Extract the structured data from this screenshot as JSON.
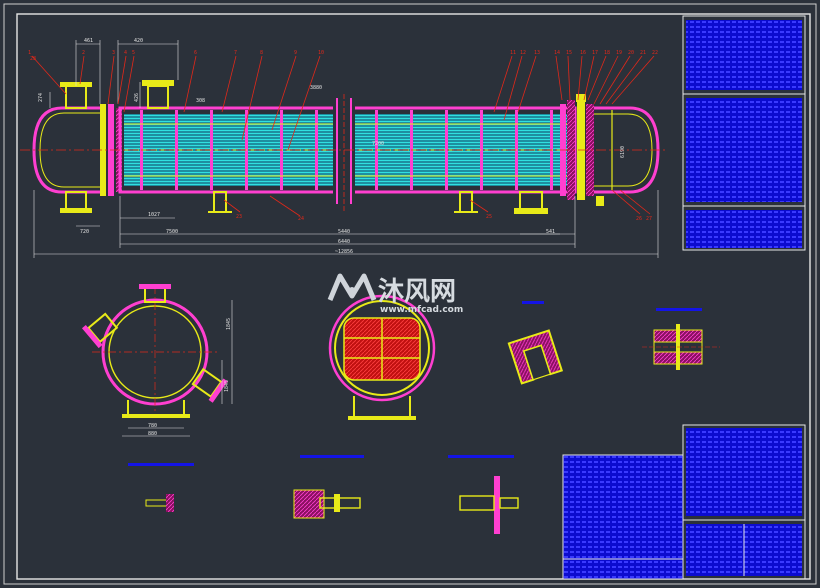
{
  "watermark": {
    "cn_text": "沐风网",
    "url": "www.mfcad.com",
    "logo_letter": "M"
  },
  "dimensions": {
    "nozzle_width_a": "461",
    "nozzle_width_b": "420",
    "total_length": "~12856",
    "length_a": "5440",
    "length_b": "6440",
    "length_c": "7500",
    "length_d": "1027",
    "length_e": "541",
    "nozzle_left_height": "274",
    "nozzle_mid_height": "426",
    "shell_od": "3880",
    "baffle_gap": "308",
    "tube_len": "7200",
    "head_small": "6190",
    "bottom_gap": "720",
    "section_width_a": "780",
    "section_width_b": "880",
    "section_right_dim": "1845",
    "section_left_dim": "1845"
  },
  "part_labels": [
    "1",
    "2",
    "3",
    "4",
    "5",
    "6",
    "7",
    "8",
    "9",
    "10",
    "11",
    "12",
    "13",
    "14",
    "15",
    "16",
    "17",
    "18",
    "19",
    "20",
    "21",
    "22",
    "23",
    "24",
    "25",
    "26",
    "27",
    "28"
  ],
  "colors": {
    "background": "#2b313a",
    "frame": "#d8d8d8",
    "shell": "#ff3fd0",
    "steel": "#e8ea18",
    "tube": "#30e0e0",
    "dimension": "#e0e0e0",
    "leader": "#e0281a",
    "title_fill": "#1414e6",
    "hatch_red": "#d01414"
  }
}
